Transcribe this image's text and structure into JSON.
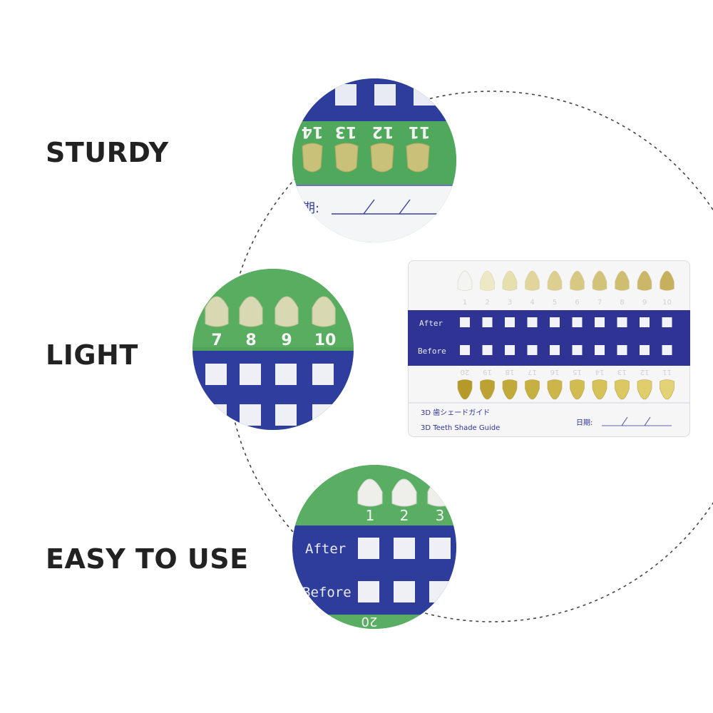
{
  "features": {
    "f1": "STURDY",
    "f2": "LIGHT",
    "f3": "EASY TO USE"
  },
  "card": {
    "after_label": "After",
    "before_label": "Before",
    "top_numbers": [
      "1",
      "2",
      "3",
      "4",
      "5",
      "6",
      "7",
      "8",
      "9",
      "10"
    ],
    "bottom_numbers": [
      "20",
      "19",
      "18",
      "17",
      "16",
      "15",
      "14",
      "13",
      "12",
      "11"
    ],
    "title_jp": "3D 歯シェードガイド",
    "title_en": "3D Teeth Shade Guide",
    "date_label": "日期:",
    "top_tooth_colors": [
      "#f4f4f2",
      "#ece9c4",
      "#e6dfae",
      "#e1d59c",
      "#dccf90",
      "#d7c984",
      "#d3c27a",
      "#cfbd70",
      "#cbb767",
      "#c6b05e"
    ],
    "bottom_tooth_colors": [
      "#b59a2a",
      "#bba232",
      "#c1a93a",
      "#c7b042",
      "#ccb649",
      "#d1bc51",
      "#d6c259",
      "#dbc862",
      "#e0ce6c",
      "#e4d375"
    ],
    "band_color": "#2f3393"
  },
  "zoom1": {
    "numbers": [
      "14",
      "13",
      "12",
      "11"
    ],
    "date_label": "期:"
  },
  "zoom2": {
    "numbers": [
      "7",
      "8",
      "9",
      "10"
    ]
  },
  "zoom3": {
    "numbers": [
      "1",
      "2",
      "3"
    ],
    "after_label": "After",
    "before_label": "Before",
    "bottom_num": "20"
  }
}
